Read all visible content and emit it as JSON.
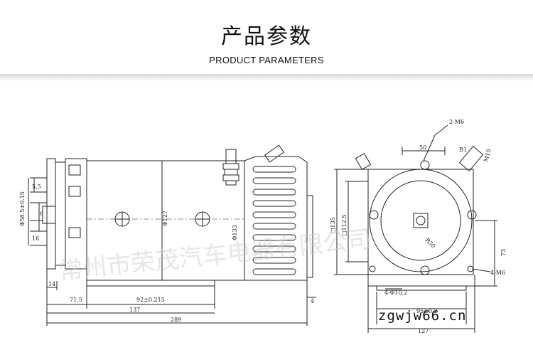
{
  "header": {
    "title": "产品参数",
    "subtitle": "PRODUCT PARAMETERS"
  },
  "dims": {
    "d_5_5": "5,5",
    "d_6": "6",
    "d_16": "16",
    "d_14": "14",
    "d_58": "Φ58.5±0.15",
    "d_71_5": "71,5",
    "d_92": "92±0.215",
    "d_137": "137",
    "d_289": "289",
    "d_127phi": "Φ127",
    "d_133": "Φ133",
    "d_4": "4",
    "d_2m6": "2-M6",
    "d_50": "50",
    "d_m10": "M10",
    "d_b1": "B1",
    "d_135": "□135",
    "d_112_5": "□112.5",
    "d_r": "R30",
    "d_73": "73",
    "d_4m6": "4-M6",
    "d_4phi": "4-Φ10.2",
    "d_95": "95±0.2",
    "d_127": "127"
  },
  "watermark": "常州市荣茂汽车电器有限公司",
  "site": "zgwjw66.cn"
}
